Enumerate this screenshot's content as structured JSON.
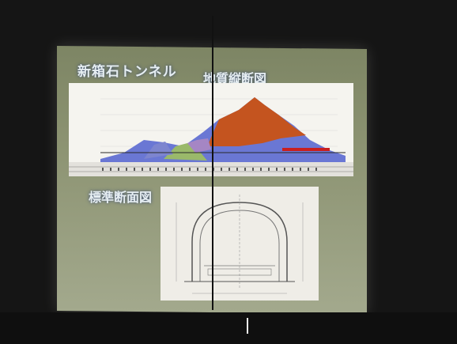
{
  "slide": {
    "title": "新箱石トンネル",
    "subtitle": "地質縦断図",
    "caption": "標準断面図"
  }
}
